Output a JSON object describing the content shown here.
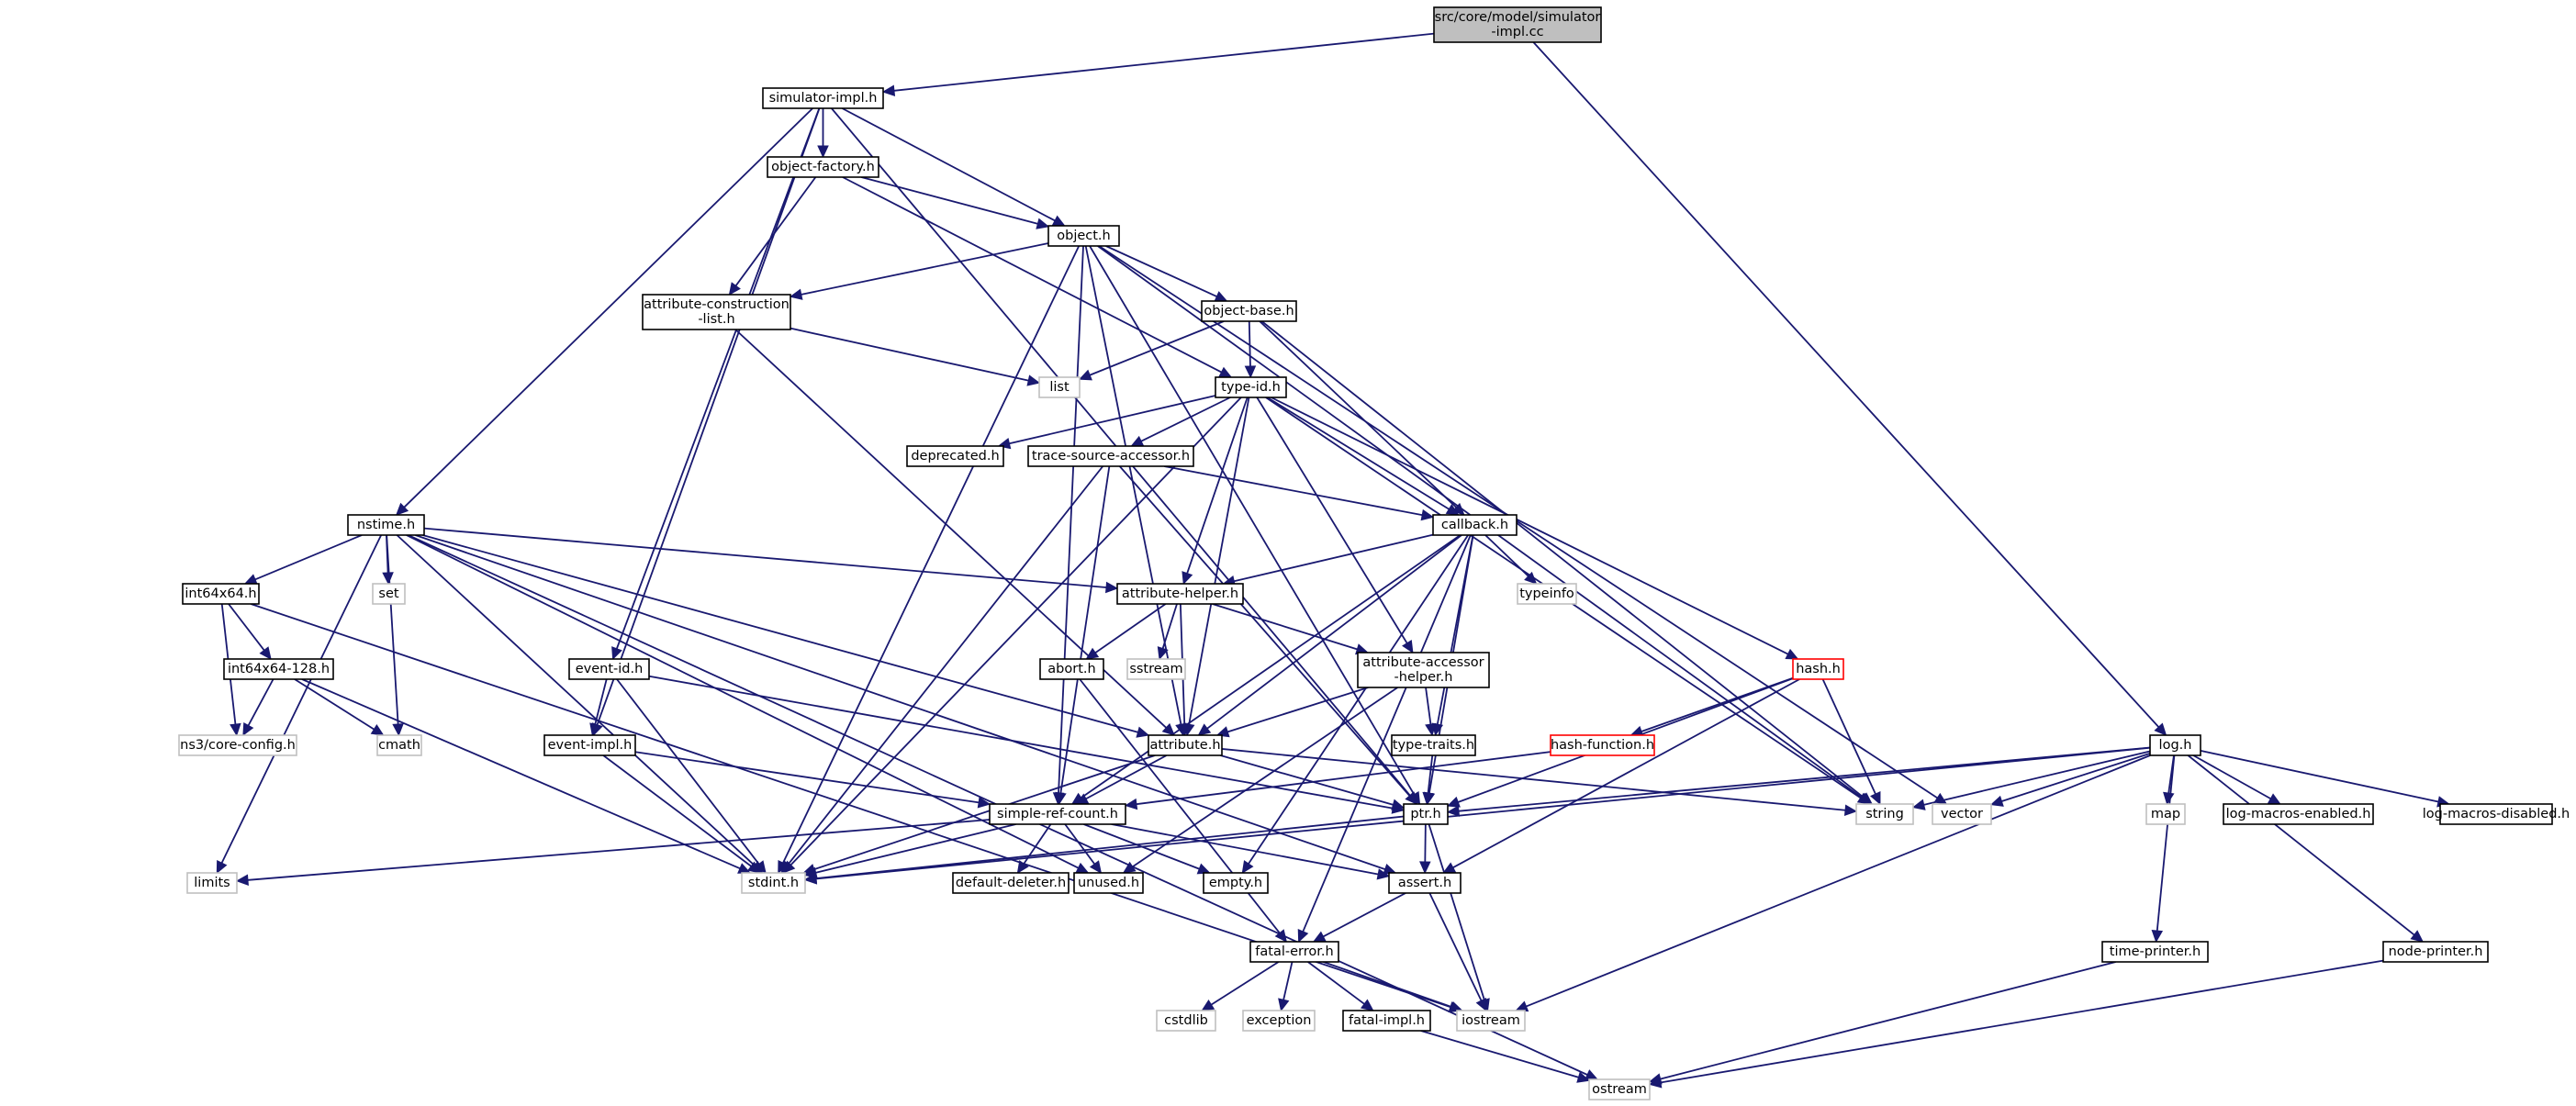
{
  "colors": {
    "edge": "#191970",
    "root_fill": "#bfbfbf",
    "node_border": "#000000",
    "external_border": "#bfbfbf",
    "highlight_border": "#ff0000"
  },
  "nodes": [
    {
      "id": "root",
      "label": "src/core/model/simulator\n-impl.cc",
      "kind": "root"
    },
    {
      "id": "simimpl",
      "label": "simulator-impl.h",
      "kind": "normal"
    },
    {
      "id": "log",
      "label": "log.h",
      "kind": "normal"
    },
    {
      "id": "objfactory",
      "label": "object-factory.h",
      "kind": "normal"
    },
    {
      "id": "object",
      "label": "object.h",
      "kind": "normal"
    },
    {
      "id": "attrcons",
      "label": "attribute-construction\n-list.h",
      "kind": "normal"
    },
    {
      "id": "objbase",
      "label": "object-base.h",
      "kind": "normal"
    },
    {
      "id": "list",
      "label": "list",
      "kind": "external"
    },
    {
      "id": "typeid",
      "label": "type-id.h",
      "kind": "normal"
    },
    {
      "id": "deprecated",
      "label": "deprecated.h",
      "kind": "normal"
    },
    {
      "id": "tracesrc",
      "label": "trace-source-accessor.h",
      "kind": "normal"
    },
    {
      "id": "callback",
      "label": "callback.h",
      "kind": "normal"
    },
    {
      "id": "nstime",
      "label": "nstime.h",
      "kind": "normal"
    },
    {
      "id": "set",
      "label": "set",
      "kind": "external"
    },
    {
      "id": "int64x64",
      "label": "int64x64.h",
      "kind": "normal"
    },
    {
      "id": "attrhelper",
      "label": "attribute-helper.h",
      "kind": "normal"
    },
    {
      "id": "typeinfo",
      "label": "typeinfo",
      "kind": "external"
    },
    {
      "id": "int128",
      "label": "int64x64-128.h",
      "kind": "normal"
    },
    {
      "id": "eventid",
      "label": "event-id.h",
      "kind": "normal"
    },
    {
      "id": "abort",
      "label": "abort.h",
      "kind": "normal"
    },
    {
      "id": "sstream",
      "label": "sstream",
      "kind": "external"
    },
    {
      "id": "attracc",
      "label": "attribute-accessor\n-helper.h",
      "kind": "normal"
    },
    {
      "id": "hash",
      "label": "hash.h",
      "kind": "highlight"
    },
    {
      "id": "coreconfig",
      "label": "ns3/core-config.h",
      "kind": "external"
    },
    {
      "id": "cmath",
      "label": "cmath",
      "kind": "external"
    },
    {
      "id": "eventimpl",
      "label": "event-impl.h",
      "kind": "normal"
    },
    {
      "id": "attribute",
      "label": "attribute.h",
      "kind": "normal"
    },
    {
      "id": "typetraits",
      "label": "type-traits.h",
      "kind": "normal"
    },
    {
      "id": "hashfunc",
      "label": "hash-function.h",
      "kind": "highlight"
    },
    {
      "id": "ptr",
      "label": "ptr.h",
      "kind": "normal"
    },
    {
      "id": "string",
      "label": "string",
      "kind": "external"
    },
    {
      "id": "vector",
      "label": "vector",
      "kind": "external"
    },
    {
      "id": "map",
      "label": "map",
      "kind": "external"
    },
    {
      "id": "logen",
      "label": "log-macros-enabled.h",
      "kind": "normal"
    },
    {
      "id": "logdis",
      "label": "log-macros-disabled.h",
      "kind": "normal"
    },
    {
      "id": "simplerc",
      "label": "simple-ref-count.h",
      "kind": "normal"
    },
    {
      "id": "limits",
      "label": "limits",
      "kind": "external"
    },
    {
      "id": "stdint",
      "label": "stdint.h",
      "kind": "external"
    },
    {
      "id": "defdel",
      "label": "default-deleter.h",
      "kind": "normal"
    },
    {
      "id": "unused",
      "label": "unused.h",
      "kind": "normal"
    },
    {
      "id": "empty",
      "label": "empty.h",
      "kind": "normal"
    },
    {
      "id": "assert",
      "label": "assert.h",
      "kind": "normal"
    },
    {
      "id": "fatalerror",
      "label": "fatal-error.h",
      "kind": "normal"
    },
    {
      "id": "timeprinter",
      "label": "time-printer.h",
      "kind": "normal"
    },
    {
      "id": "nodeprinter",
      "label": "node-printer.h",
      "kind": "normal"
    },
    {
      "id": "cstdlib",
      "label": "cstdlib",
      "kind": "external"
    },
    {
      "id": "exception",
      "label": "exception",
      "kind": "external"
    },
    {
      "id": "fatalimpl",
      "label": "fatal-impl.h",
      "kind": "normal"
    },
    {
      "id": "iostream",
      "label": "iostream",
      "kind": "external"
    },
    {
      "id": "ostream",
      "label": "ostream",
      "kind": "external"
    }
  ],
  "edges": [
    [
      "root",
      "simimpl"
    ],
    [
      "root",
      "log"
    ],
    [
      "simimpl",
      "objfactory"
    ],
    [
      "simimpl",
      "object"
    ],
    [
      "simimpl",
      "nstime"
    ],
    [
      "simimpl",
      "eventid"
    ],
    [
      "simimpl",
      "eventimpl"
    ],
    [
      "simimpl",
      "ptr"
    ],
    [
      "objfactory",
      "object"
    ],
    [
      "objfactory",
      "attrcons"
    ],
    [
      "objfactory",
      "typeid"
    ],
    [
      "object",
      "attrcons"
    ],
    [
      "object",
      "objbase"
    ],
    [
      "object",
      "stdint"
    ],
    [
      "object",
      "simplerc"
    ],
    [
      "object",
      "attribute"
    ],
    [
      "object",
      "ptr"
    ],
    [
      "object",
      "string"
    ],
    [
      "object",
      "vector"
    ],
    [
      "attrcons",
      "list"
    ],
    [
      "attrcons",
      "attribute"
    ],
    [
      "objbase",
      "list"
    ],
    [
      "objbase",
      "typeid"
    ],
    [
      "objbase",
      "callback"
    ],
    [
      "objbase",
      "string"
    ],
    [
      "typeid",
      "deprecated"
    ],
    [
      "typeid",
      "tracesrc"
    ],
    [
      "typeid",
      "callback"
    ],
    [
      "typeid",
      "attrhelper"
    ],
    [
      "typeid",
      "attracc"
    ],
    [
      "typeid",
      "attribute"
    ],
    [
      "typeid",
      "hash"
    ],
    [
      "typeid",
      "stdint"
    ],
    [
      "typeid",
      "string"
    ],
    [
      "tracesrc",
      "callback"
    ],
    [
      "tracesrc",
      "stdint"
    ],
    [
      "tracesrc",
      "simplerc"
    ],
    [
      "tracesrc",
      "ptr"
    ],
    [
      "callback",
      "attrhelper"
    ],
    [
      "callback",
      "typeinfo"
    ],
    [
      "callback",
      "attribute"
    ],
    [
      "callback",
      "typetraits"
    ],
    [
      "callback",
      "ptr"
    ],
    [
      "callback",
      "fatalerror"
    ],
    [
      "callback",
      "simplerc"
    ],
    [
      "callback",
      "empty"
    ],
    [
      "nstime",
      "set"
    ],
    [
      "nstime",
      "int64x64"
    ],
    [
      "nstime",
      "attrhelper"
    ],
    [
      "nstime",
      "attribute"
    ],
    [
      "nstime",
      "cmath"
    ],
    [
      "nstime",
      "limits"
    ],
    [
      "nstime",
      "stdint"
    ],
    [
      "nstime",
      "ostream"
    ],
    [
      "nstime",
      "assert"
    ],
    [
      "nstime",
      "unused"
    ],
    [
      "int64x64",
      "int128"
    ],
    [
      "int64x64",
      "coreconfig"
    ],
    [
      "int64x64",
      "iostream"
    ],
    [
      "int128",
      "coreconfig"
    ],
    [
      "int128",
      "cmath"
    ],
    [
      "int128",
      "stdint"
    ],
    [
      "attrhelper",
      "abort"
    ],
    [
      "attrhelper",
      "sstream"
    ],
    [
      "attrhelper",
      "attracc"
    ],
    [
      "attrhelper",
      "attribute"
    ],
    [
      "abort",
      "fatalerror"
    ],
    [
      "attracc",
      "attribute"
    ],
    [
      "attracc",
      "typetraits"
    ],
    [
      "attracc",
      "unused"
    ],
    [
      "eventid",
      "eventimpl"
    ],
    [
      "eventid",
      "stdint"
    ],
    [
      "eventid",
      "ptr"
    ],
    [
      "eventimpl",
      "simplerc"
    ],
    [
      "eventimpl",
      "stdint"
    ],
    [
      "hash",
      "hashfunc"
    ],
    [
      "hash",
      "ptr"
    ],
    [
      "hash",
      "string"
    ],
    [
      "hash",
      "assert"
    ],
    [
      "hashfunc",
      "simplerc"
    ],
    [
      "attribute",
      "ptr"
    ],
    [
      "attribute",
      "simplerc"
    ],
    [
      "attribute",
      "string"
    ],
    [
      "attribute",
      "stdint"
    ],
    [
      "typetraits",
      "ptr"
    ],
    [
      "ptr",
      "assert"
    ],
    [
      "ptr",
      "iostream"
    ],
    [
      "ptr",
      "stdint"
    ],
    [
      "log",
      "string"
    ],
    [
      "log",
      "vector"
    ],
    [
      "log",
      "map"
    ],
    [
      "log",
      "logen"
    ],
    [
      "log",
      "logdis"
    ],
    [
      "log",
      "ptr"
    ],
    [
      "log",
      "stdint"
    ],
    [
      "log",
      "iostream"
    ],
    [
      "log",
      "timeprinter"
    ],
    [
      "log",
      "nodeprinter"
    ],
    [
      "simplerc",
      "limits"
    ],
    [
      "simplerc",
      "stdint"
    ],
    [
      "simplerc",
      "defdel"
    ],
    [
      "simplerc",
      "unused"
    ],
    [
      "simplerc",
      "empty"
    ],
    [
      "simplerc",
      "assert"
    ],
    [
      "assert",
      "fatalerror"
    ],
    [
      "assert",
      "iostream"
    ],
    [
      "fatalerror",
      "cstdlib"
    ],
    [
      "fatalerror",
      "exception"
    ],
    [
      "fatalerror",
      "fatalimpl"
    ],
    [
      "fatalerror",
      "iostream"
    ],
    [
      "fatalimpl",
      "ostream"
    ],
    [
      "timeprinter",
      "ostream"
    ],
    [
      "nodeprinter",
      "ostream"
    ]
  ]
}
